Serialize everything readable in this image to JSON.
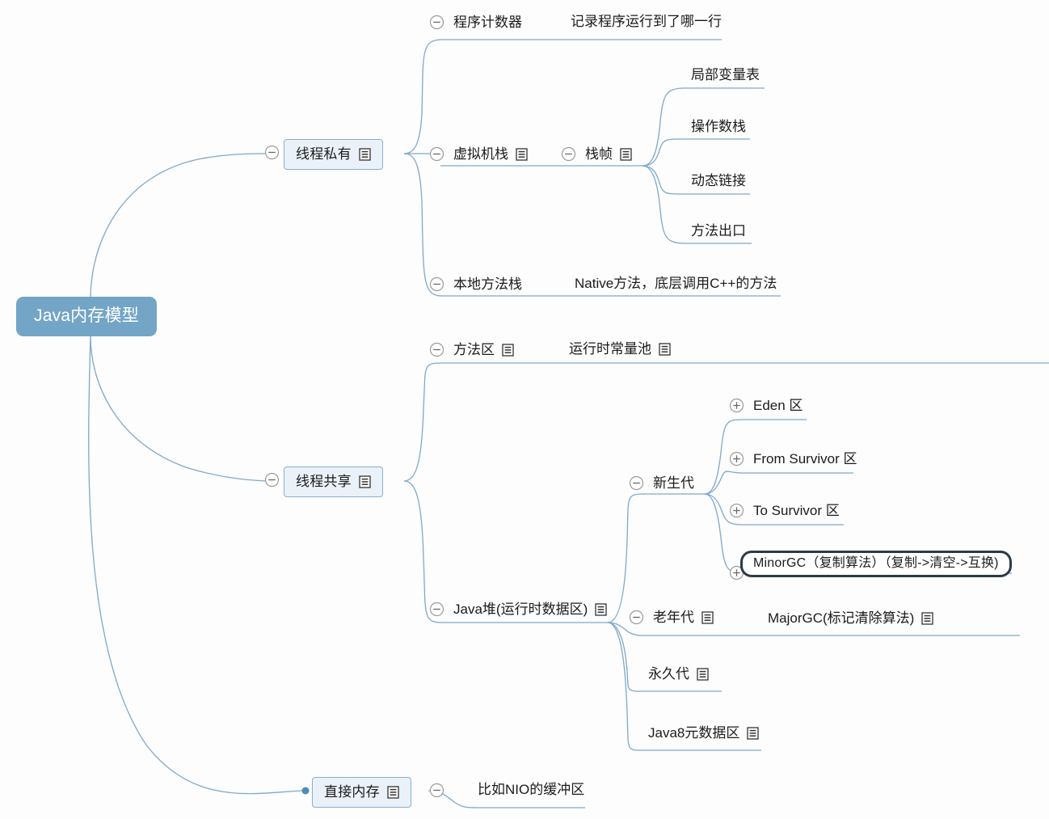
{
  "app": {
    "title": "Java内存模型",
    "type": "mindmap",
    "background_color": "#fdfdfd"
  },
  "colors": {
    "root_fill": "#73a5c6",
    "root_text": "#ffffff",
    "branch_fill": "#eaf1f8",
    "branch_border": "#86b0d0",
    "connector": "#7fa8c9",
    "icon_stroke": "#9a9a9a",
    "selection_border": "#2c3a46",
    "text": "#1b1b1b"
  },
  "icons": {
    "collapse": "circle-minus-icon",
    "expand": "circle-plus-icon",
    "note": "note-icon",
    "bullet": "filled-dot-icon"
  },
  "root": {
    "label": "Java内存模型"
  },
  "nodes": {
    "thread_private": {
      "label": "线程私有",
      "has_note": true,
      "toggle": "collapse"
    },
    "program_counter": {
      "label": "程序计数器",
      "toggle": "collapse",
      "child": "记录程序运行到了哪一行"
    },
    "vm_stack": {
      "label": "虚拟机栈",
      "has_note": true,
      "toggle": "collapse"
    },
    "stack_frame": {
      "label": "栈帧",
      "has_note": true,
      "toggle": "collapse"
    },
    "frame_children": [
      {
        "label": "局部变量表"
      },
      {
        "label": "操作数栈"
      },
      {
        "label": "动态链接"
      },
      {
        "label": "方法出口"
      }
    ],
    "native_stack": {
      "label": "本地方法栈",
      "toggle": "collapse",
      "child": "Native方法，底层调用C++的方法"
    },
    "thread_shared": {
      "label": "线程共享",
      "has_note": true,
      "toggle": "collapse"
    },
    "method_area": {
      "label": "方法区",
      "has_note": true,
      "toggle": "collapse",
      "child": "运行时常量池",
      "child_has_note": true
    },
    "java_heap": {
      "label": "Java堆(运行时数据区)",
      "has_note": true,
      "toggle": "collapse"
    },
    "young_gen": {
      "label": "新生代",
      "toggle": "collapse"
    },
    "young_children": [
      {
        "label": "Eden 区",
        "toggle": "expand",
        "selected": false
      },
      {
        "label": "From Survivor 区",
        "toggle": "expand",
        "selected": false
      },
      {
        "label": "To Survivor 区",
        "toggle": "expand",
        "selected": false
      },
      {
        "label": "MinorGC（复制算法）（复制->清空->互换)",
        "toggle": "expand",
        "selected": true
      }
    ],
    "old_gen": {
      "label": "老年代",
      "has_note": true,
      "toggle": "collapse",
      "child": "MajorGC(标记清除算法)",
      "child_has_note": true
    },
    "perm_gen": {
      "label": "永久代",
      "has_note": true
    },
    "metaspace": {
      "label": "Java8元数据区",
      "has_note": true
    },
    "direct_memory": {
      "label": "直接内存",
      "has_note": true,
      "toggle": "collapse",
      "child": "比如NIO的缓冲区"
    }
  }
}
